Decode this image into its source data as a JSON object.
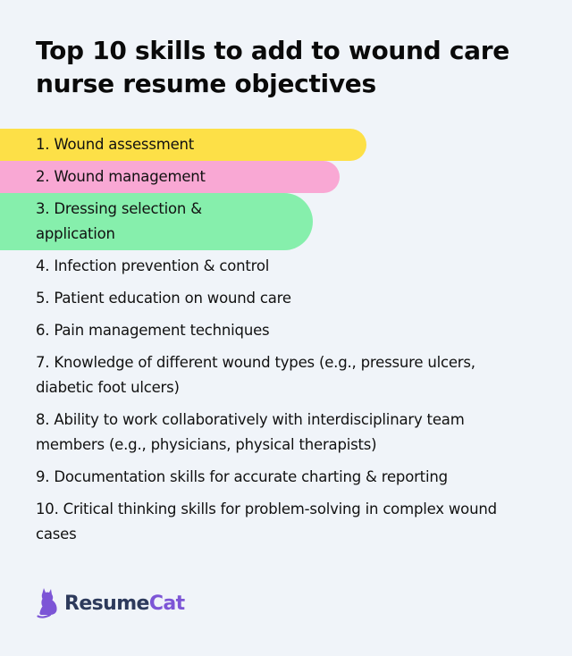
{
  "title": "Top 10 skills to add to wound care nurse resume objectives",
  "skills": [
    {
      "label": "1. Wound assessment",
      "highlight": "#fde047"
    },
    {
      "label": "2. Wound management",
      "highlight": "#f9a8d4"
    },
    {
      "label": "3. Dressing selection & application",
      "highlight": "#86efac"
    },
    {
      "label": "4. Infection prevention & control"
    },
    {
      "label": "5. Patient education on wound care"
    },
    {
      "label": "6. Pain management techniques"
    },
    {
      "label": "7. Knowledge of different wound types (e.g., pressure ulcers, diabetic foot ulcers)"
    },
    {
      "label": "8. Ability to work collaboratively with interdisciplinary team members (e.g., physicians, physical therapists)"
    },
    {
      "label": "9. Documentation skills for accurate charting & reporting"
    },
    {
      "label": "10. Critical thinking skills for problem-solving in complex wound cases"
    }
  ],
  "logo": {
    "icon": "cat-icon",
    "part1": "Resume",
    "part2": "Cat",
    "colors": {
      "resume": "#2d3a5c",
      "cat": "#7c55d6"
    }
  },
  "colors": {
    "background": "#f0f4f9",
    "highlight_1": "#fde047",
    "highlight_2": "#f9a8d4",
    "highlight_3": "#86efac"
  }
}
